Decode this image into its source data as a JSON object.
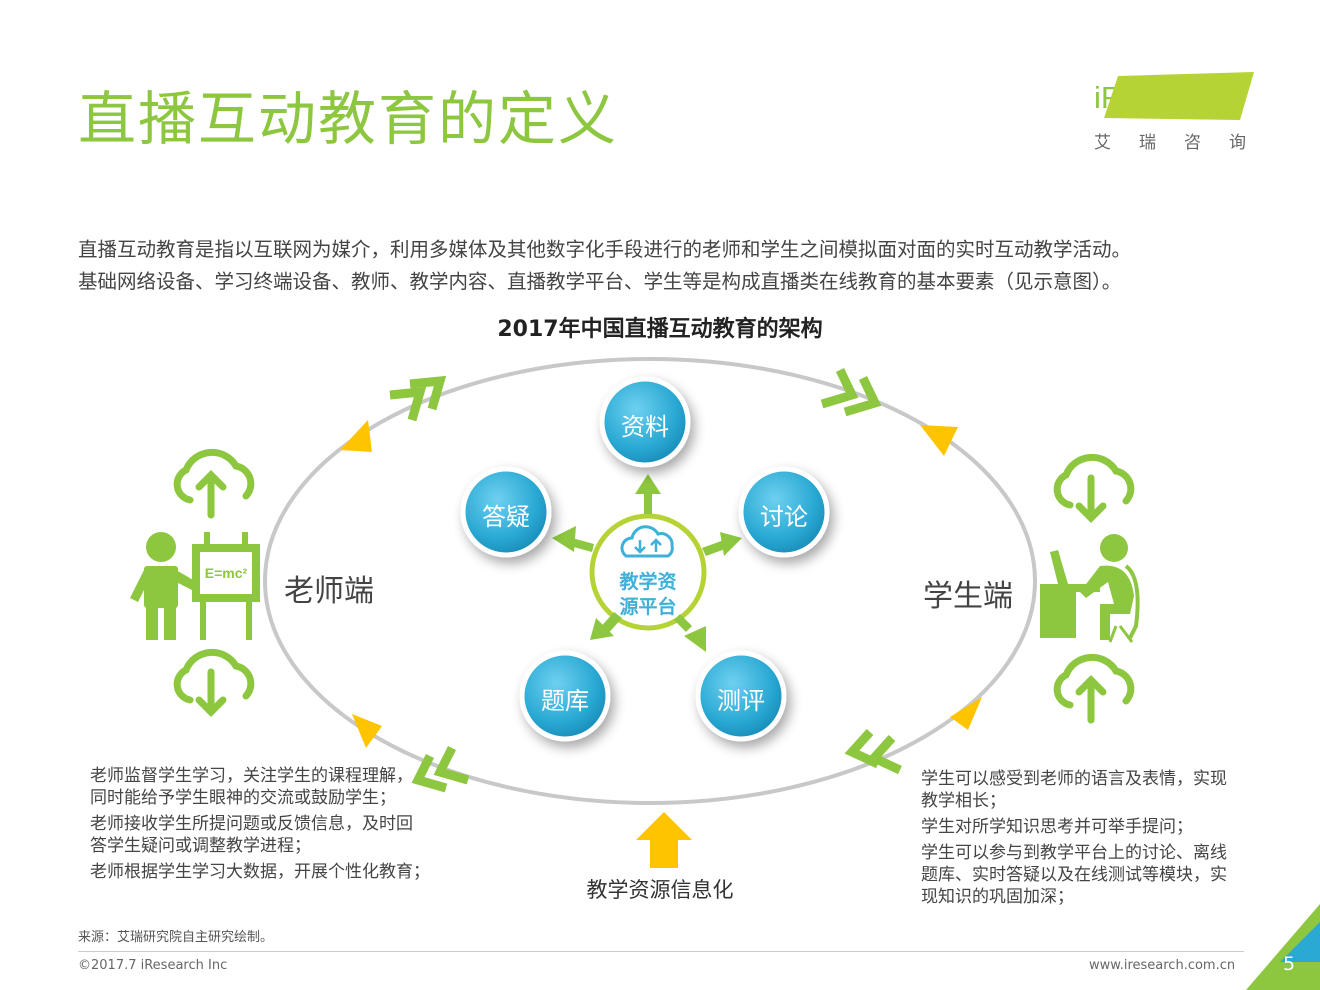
{
  "header": {
    "title": "直播互动教育的定义",
    "logo_text": "iResearch",
    "logo_subtitle": "艾瑞咨询"
  },
  "intro": {
    "line1": "直播互动教育是指以互联网为媒介，利用多媒体及其他数字化手段进行的老师和学生之间模拟面对面的实时互动教学活动。",
    "line2": "基础网络设备、学习终端设备、教师、教学内容、直播教学平台、学生等是构成直播类在线教育的基本要素（见示意图）。"
  },
  "diagram": {
    "title": "2017年中国直播互动教育的架构",
    "center_label_1": "教学资",
    "center_label_2": "源平台",
    "nodes": [
      "资料",
      "讨论",
      "测评",
      "题库",
      "答疑"
    ],
    "teacher_label": "老师端",
    "student_label": "学生端",
    "board_text": "E=mc²",
    "bottom_label": "教学资源信息化",
    "colors": {
      "green": "#8dc63f",
      "blue": "#29a9d3",
      "yellow": "#ffc400",
      "ellipse": "#c8c8c8"
    },
    "teacher_notes": [
      [
        "老师监督学生学习，关注学生的课程理解，",
        "同时能给予学生眼神的交流或鼓励学生；"
      ],
      [
        "老师接收学生所提问题或反馈信息，及时回",
        "答学生疑问或调整教学进程；"
      ],
      [
        "老师根据学生学习大数据，开展个性化教育；"
      ]
    ],
    "student_notes": [
      [
        "学生可以感受到老师的语言及表情，实现",
        "教学相长；"
      ],
      [
        "学生对所学知识思考并可举手提问；"
      ],
      [
        "学生可以参与到教学平台上的讨论、离线",
        "题库、实时答疑以及在线测试等模块，实",
        "现知识的巩固加深；"
      ]
    ]
  },
  "footer": {
    "source": "来源：艾瑞研究院自主研究绘制。",
    "copyright": "©2017.7 iResearch Inc",
    "website": "www.iresearch.com.cn",
    "page_number": "5"
  }
}
